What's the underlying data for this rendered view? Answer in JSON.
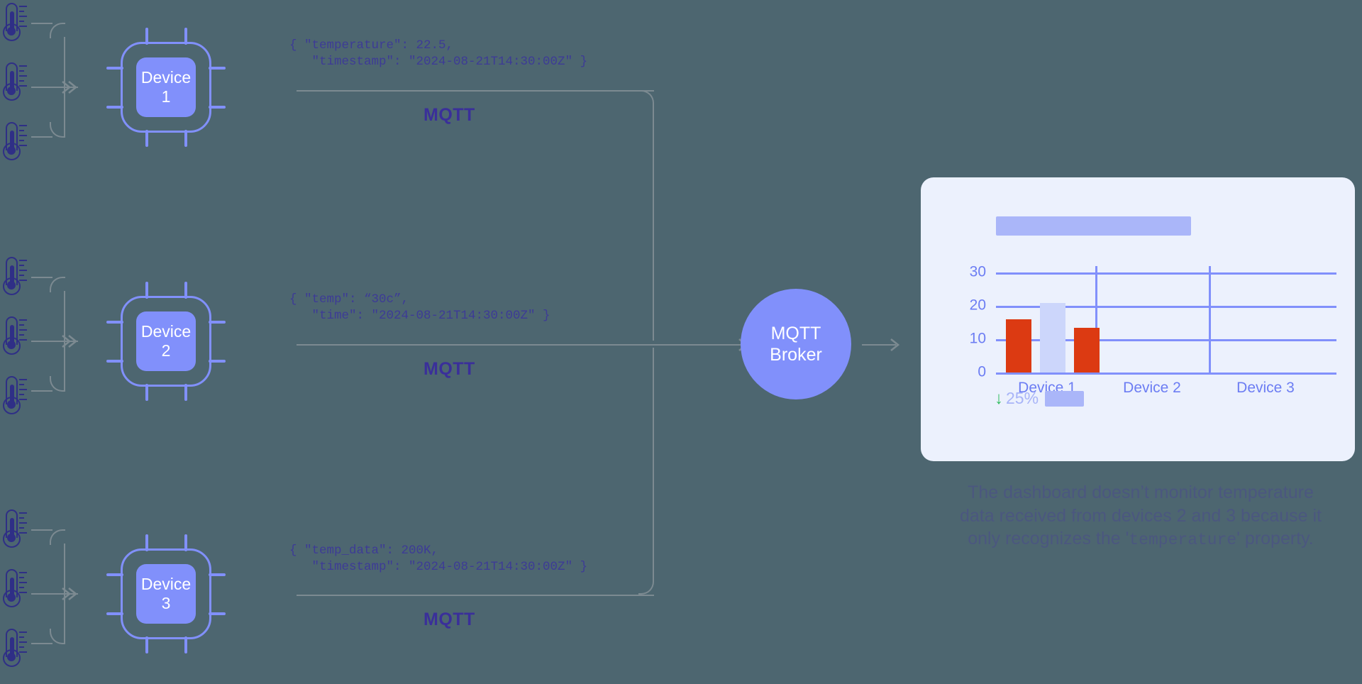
{
  "colors": {
    "background": "#4d6670",
    "accent_periwinkle": "#8190fb",
    "deep_indigo": "#3a2f9a",
    "wire_gray": "#7c8a91",
    "panel_bg": "#ecf1fd",
    "bar_red": "#dc3a12",
    "bar_light": "#ccd6fb",
    "green": "#2fbd5e"
  },
  "devices": [
    {
      "chip_label": "Device\n1",
      "payload": "{ \"temperature\": 22.5,\n   \"timestamp\": \"2024-08-21T14:30:00Z\" }",
      "protocol_label": "MQTT",
      "sensor_icons": [
        "thermometer-icon",
        "thermometer-icon",
        "thermometer-icon"
      ]
    },
    {
      "chip_label": "Device\n2",
      "payload": "{ \"temp\": “30c”,\n   \"time\": \"2024-08-21T14:30:00Z\" }",
      "protocol_label": "MQTT",
      "sensor_icons": [
        "thermometer-icon",
        "thermometer-icon",
        "thermometer-icon"
      ]
    },
    {
      "chip_label": "Device\n3",
      "payload": "{ \"temp_data\": 200K,\n   \"timestamp\": \"2024-08-21T14:30:00Z\" }",
      "protocol_label": "MQTT",
      "sensor_icons": [
        "thermometer-icon",
        "thermometer-icon",
        "thermometer-icon"
      ]
    }
  ],
  "broker": {
    "line1": "MQTT",
    "line2": "Broker"
  },
  "dashboard": {
    "title_placeholder": "",
    "delta": {
      "direction_icon": "arrow-down-icon",
      "value": "25%"
    }
  },
  "chart_data": {
    "type": "bar",
    "title": "",
    "xlabel": "",
    "ylabel": "",
    "categories": [
      "Device 1",
      "Device 2",
      "Device 3"
    ],
    "yticks": [
      0,
      10,
      20,
      30
    ],
    "ylim": [
      0,
      32
    ],
    "grid": true,
    "legend": "none",
    "series": [
      {
        "name": "bar-a",
        "color": "#dc3a12",
        "values": [
          16,
          null,
          null
        ]
      },
      {
        "name": "bar-b",
        "color": "#ccd6fb",
        "values": [
          21,
          null,
          null
        ]
      },
      {
        "name": "bar-c",
        "color": "#dc3a12",
        "values": [
          13.5,
          null,
          null
        ]
      }
    ],
    "note": "Only Device 1 has plotted bars; Device 2 and Device 3 columns are empty."
  },
  "caption": {
    "line1": "The dashboard doesn’t monitor temperature",
    "line2": "data received from devices 2 and 3 because it",
    "line3_pre": "only recognizes the '",
    "line3_code": "temperature",
    "line3_post": "' property."
  }
}
